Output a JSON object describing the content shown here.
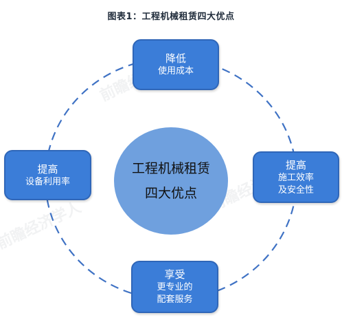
{
  "title": "图表1：工程机械租赁四大优点",
  "center": {
    "line1": "工程机械租赁",
    "line2": "四大优点"
  },
  "boxes": {
    "top": {
      "head": "降低",
      "sub1": "使用成本",
      "sub2": ""
    },
    "left": {
      "head": "提高",
      "sub1": "设备利用率",
      "sub2": ""
    },
    "right": {
      "head": "提高",
      "sub1": "施工效率",
      "sub2": "及安全性"
    },
    "bottom": {
      "head": "享受",
      "sub1": "更专业的",
      "sub2": "配套服务"
    }
  },
  "colors": {
    "box_fill": "#3b7dd8",
    "center_fill": "#6fa0de",
    "ring_stroke": "#3f72c4"
  },
  "watermark": "前瞻经济学人"
}
